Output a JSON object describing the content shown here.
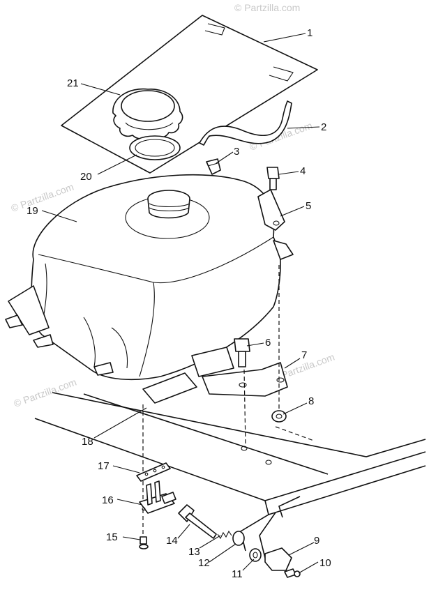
{
  "watermark": "© Partzilla.com",
  "callouts": [
    {
      "id": "1",
      "label": "1"
    },
    {
      "id": "2",
      "label": "2"
    },
    {
      "id": "3",
      "label": "3"
    },
    {
      "id": "4",
      "label": "4"
    },
    {
      "id": "5",
      "label": "5"
    },
    {
      "id": "6",
      "label": "6"
    },
    {
      "id": "7",
      "label": "7"
    },
    {
      "id": "8",
      "label": "8"
    },
    {
      "id": "9",
      "label": "9"
    },
    {
      "id": "10",
      "label": "10"
    },
    {
      "id": "11",
      "label": "11"
    },
    {
      "id": "12",
      "label": "12"
    },
    {
      "id": "13",
      "label": "13"
    },
    {
      "id": "14",
      "label": "14"
    },
    {
      "id": "15",
      "label": "15"
    },
    {
      "id": "16",
      "label": "16"
    },
    {
      "id": "17",
      "label": "17"
    },
    {
      "id": "18",
      "label": "18"
    },
    {
      "id": "19",
      "label": "19"
    },
    {
      "id": "20",
      "label": "20"
    },
    {
      "id": "21",
      "label": "21"
    }
  ]
}
